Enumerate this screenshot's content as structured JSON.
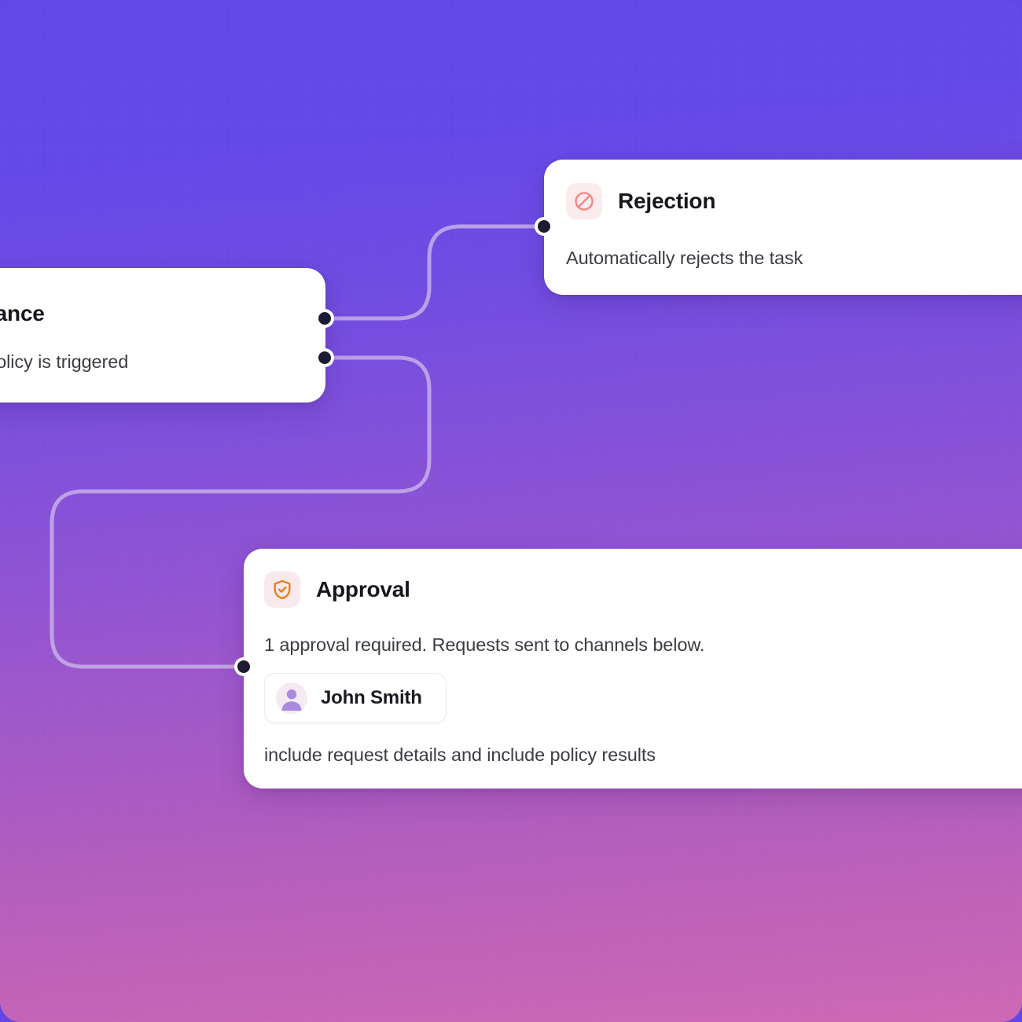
{
  "canvas": {
    "background_top": "#6147E8",
    "background_bottom": "#CD68B4",
    "edge_color": "#C6AEE8",
    "port_color": "#1C1B33"
  },
  "nodes": {
    "compliance": {
      "title": "ompliance",
      "description": "when policy is triggered",
      "ports": [
        "rejection-port",
        "approval-port"
      ]
    },
    "rejection": {
      "title": "Rejection",
      "description": "Automatically rejects the task",
      "icon": "ban-icon",
      "icon_color": "#F58484",
      "icon_bg": "#FAEBED"
    },
    "approval": {
      "title": "Approval",
      "description": "1 approval required. Requests sent to channels below.",
      "icon": "shield-check-icon",
      "icon_color": "#E97B17",
      "icon_bg": "#F8E9EC",
      "approver": {
        "name": "John Smith",
        "avatar": "person-icon",
        "avatar_bg": "#F5EAF2",
        "avatar_color": "#A98CE0"
      },
      "footnote": "include request details and include policy results"
    }
  }
}
